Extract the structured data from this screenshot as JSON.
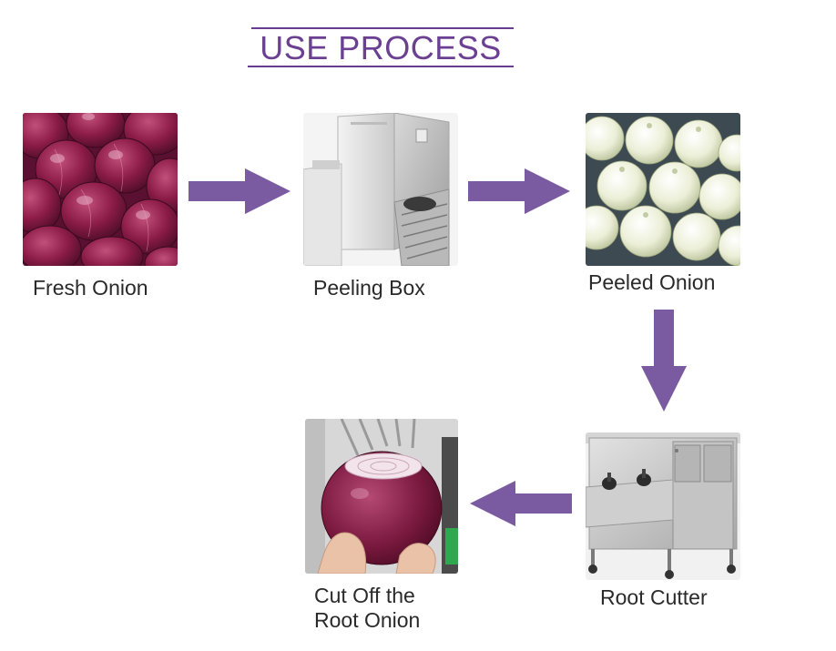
{
  "title": "USE PROCESS",
  "colors": {
    "title": "#6b3f92",
    "arrow": "#7a5aa0",
    "label": "#2a2a2a"
  },
  "steps": [
    {
      "label": "Fresh Onion"
    },
    {
      "label": "Peeling Box"
    },
    {
      "label": "Peeled Onion"
    },
    {
      "label": "Root Cutter"
    },
    {
      "label_line1": "Cut Off the",
      "label_line2": "Root Onion"
    }
  ],
  "arrows": [
    {
      "icon": "arrow-right-icon"
    },
    {
      "icon": "arrow-right-icon"
    },
    {
      "icon": "arrow-down-icon"
    },
    {
      "icon": "arrow-left-icon"
    }
  ]
}
